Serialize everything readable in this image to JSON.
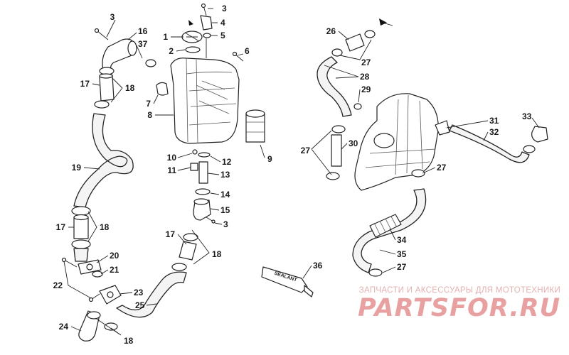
{
  "labels": [
    {
      "id": "1",
      "text": "1"
    },
    {
      "id": "2",
      "text": "2"
    },
    {
      "id": "3a",
      "text": "3"
    },
    {
      "id": "3b",
      "text": "3"
    },
    {
      "id": "3c",
      "text": "3"
    },
    {
      "id": "4",
      "text": "4"
    },
    {
      "id": "5",
      "text": "5"
    },
    {
      "id": "6",
      "text": "6"
    },
    {
      "id": "7",
      "text": "7"
    },
    {
      "id": "8",
      "text": "8"
    },
    {
      "id": "9",
      "text": "9"
    },
    {
      "id": "10",
      "text": "10"
    },
    {
      "id": "11",
      "text": "11"
    },
    {
      "id": "12",
      "text": "12"
    },
    {
      "id": "13",
      "text": "13"
    },
    {
      "id": "14",
      "text": "14"
    },
    {
      "id": "15",
      "text": "15"
    },
    {
      "id": "16",
      "text": "16"
    },
    {
      "id": "17a",
      "text": "17"
    },
    {
      "id": "17b",
      "text": "17"
    },
    {
      "id": "17c",
      "text": "17"
    },
    {
      "id": "18a",
      "text": "18"
    },
    {
      "id": "18b",
      "text": "18"
    },
    {
      "id": "18c",
      "text": "18"
    },
    {
      "id": "18d",
      "text": "18"
    },
    {
      "id": "19",
      "text": "19"
    },
    {
      "id": "20",
      "text": "20"
    },
    {
      "id": "21",
      "text": "21"
    },
    {
      "id": "22",
      "text": "22"
    },
    {
      "id": "23",
      "text": "23"
    },
    {
      "id": "24",
      "text": "24"
    },
    {
      "id": "25",
      "text": "25"
    },
    {
      "id": "26",
      "text": "26"
    },
    {
      "id": "27a",
      "text": "27"
    },
    {
      "id": "27b",
      "text": "27"
    },
    {
      "id": "27c",
      "text": "27"
    },
    {
      "id": "27d",
      "text": "27"
    },
    {
      "id": "28",
      "text": "28"
    },
    {
      "id": "29",
      "text": "29"
    },
    {
      "id": "30",
      "text": "30"
    },
    {
      "id": "31",
      "text": "31"
    },
    {
      "id": "32",
      "text": "32"
    },
    {
      "id": "33",
      "text": "33"
    },
    {
      "id": "34",
      "text": "34"
    },
    {
      "id": "35",
      "text": "35"
    },
    {
      "id": "36",
      "text": "36"
    },
    {
      "id": "37",
      "text": "37"
    }
  ],
  "sealant_text": "SEALANT",
  "watermark": {
    "tagline": "ЗАПЧАСТИ И АКСЕССУАРЫ ДЛЯ МОТОТЕХНИКИ",
    "logo": "PARTSFOR.RU"
  },
  "colors": {
    "line": "#222222",
    "watermark": "#e8a0a0"
  }
}
